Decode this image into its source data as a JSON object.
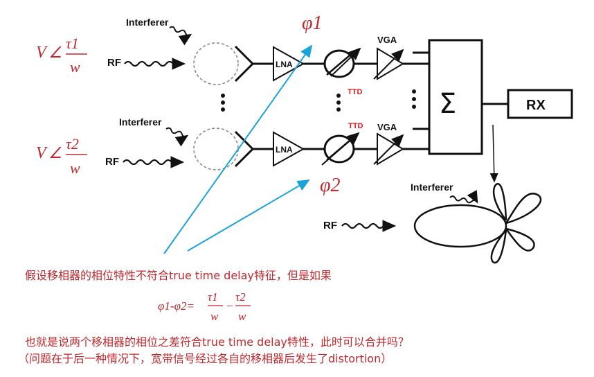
{
  "labels": {
    "interferer": "Interferer",
    "rf": "RF",
    "lna": "LNA",
    "vga": "VGA",
    "ttd": "TTD",
    "rx": "RX",
    "sum": "Σ",
    "dots": "⋮"
  },
  "math": {
    "v": "V",
    "angle": "∠",
    "tau1": "τ1",
    "tau2": "τ2",
    "w": "w",
    "phi1": "φ1",
    "phi2": "φ2",
    "phi_diff": "φ1-φ2=",
    "minus": "−"
  },
  "notes": {
    "line1": "假设移相器的相位特性不符合true time delay特征，但是如果",
    "line2": "也就是说两个移相器的相位之差符合true time delay特性，此时可以合并吗？",
    "line3": "（问题在于后一种情况下，宽带信号经过各自的移相器后发生了distortion）"
  },
  "colors": {
    "ink": "#111111",
    "note_red": "#c0282d",
    "arrow_cyan": "#1aa3d9"
  }
}
